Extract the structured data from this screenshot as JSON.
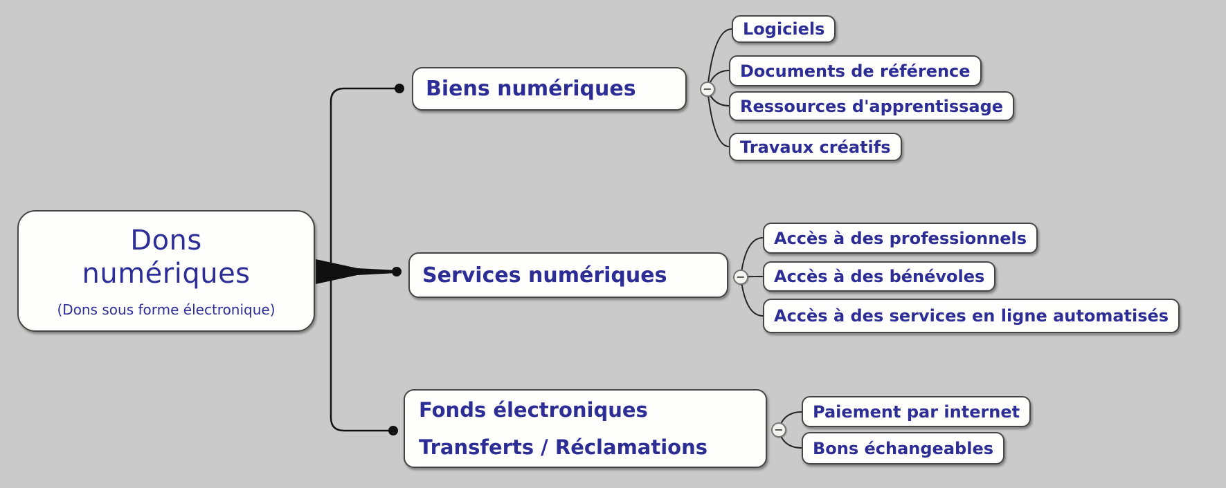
{
  "colors": {
    "background": "#cacaca",
    "node_fill": "#fefefc",
    "node_border": "#454545",
    "text": "#2d2d96",
    "wire": "#101010"
  },
  "root": {
    "title_lines": [
      "Dons",
      "numériques"
    ],
    "subtitle": "(Dons sous forme électronique)"
  },
  "branches": [
    {
      "label": "Biens numériques",
      "children": [
        "Logiciels",
        "Documents de référence",
        "Ressources d'apprentissage",
        "Travaux créatifs"
      ]
    },
    {
      "label": "Services numériques",
      "children": [
        "Accès à des professionnels",
        "Accès à des bénévoles",
        "Accès à des services en ligne automatisés"
      ]
    },
    {
      "label_lines": [
        "Fonds électroniques",
        "Transferts / Réclamations"
      ],
      "children": [
        "Paiement par internet",
        "Bons échangeables"
      ]
    }
  ],
  "ui": {
    "collapse_glyph": "−"
  }
}
